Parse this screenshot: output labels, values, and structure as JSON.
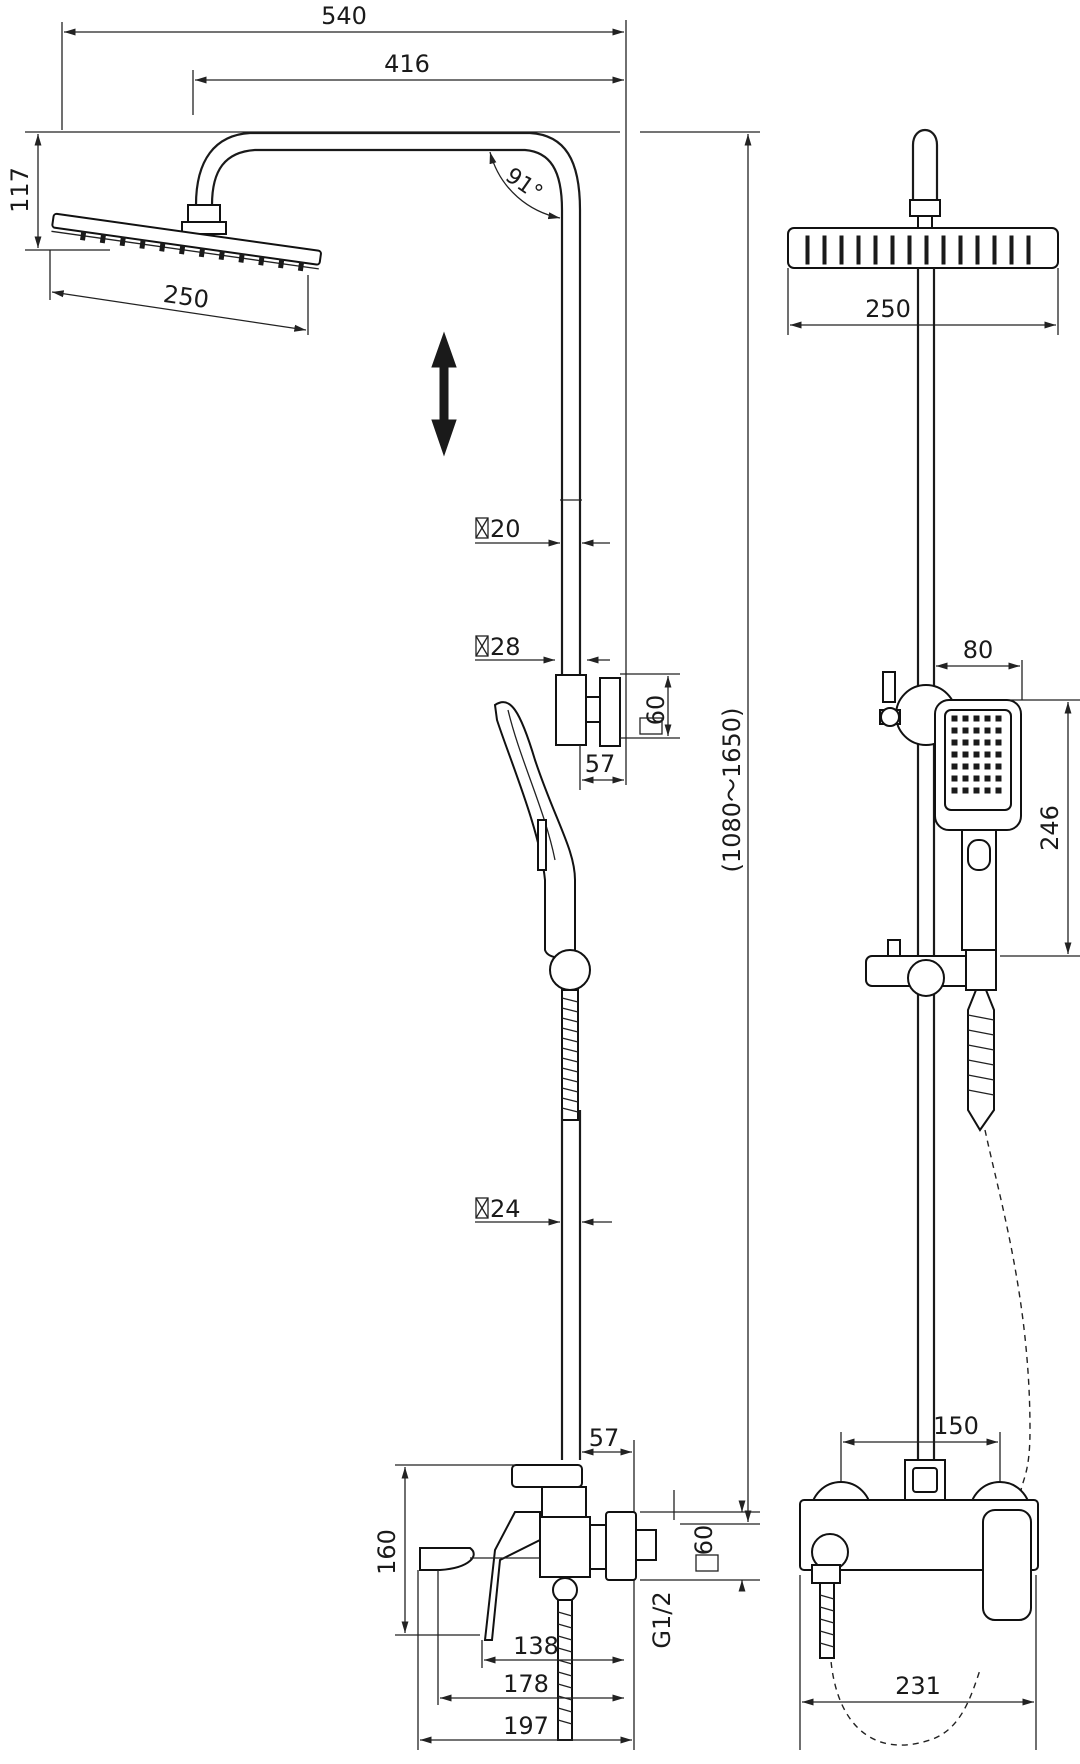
{
  "side_view": {
    "dims": {
      "overall_width": "540",
      "arm_reach": "416",
      "head_height": "117",
      "head_diameter": "250",
      "angle": "91°",
      "pipe_top": "20",
      "pipe_holder": "28",
      "holder_depth": "60",
      "holder_offset": "57",
      "height_range": "(1080～1650)",
      "pipe_lower": "24",
      "mixer_offset": "57",
      "mixer_height": "160",
      "inlet_size": "60",
      "thread": "G1/2",
      "spout_138": "138",
      "spout_178": "178",
      "spout_197": "197"
    }
  },
  "front_view": {
    "dims": {
      "head_width": "250",
      "hand_width": "80",
      "hand_length": "246",
      "inlet_spacing": "150",
      "mixer_width": "231"
    }
  }
}
